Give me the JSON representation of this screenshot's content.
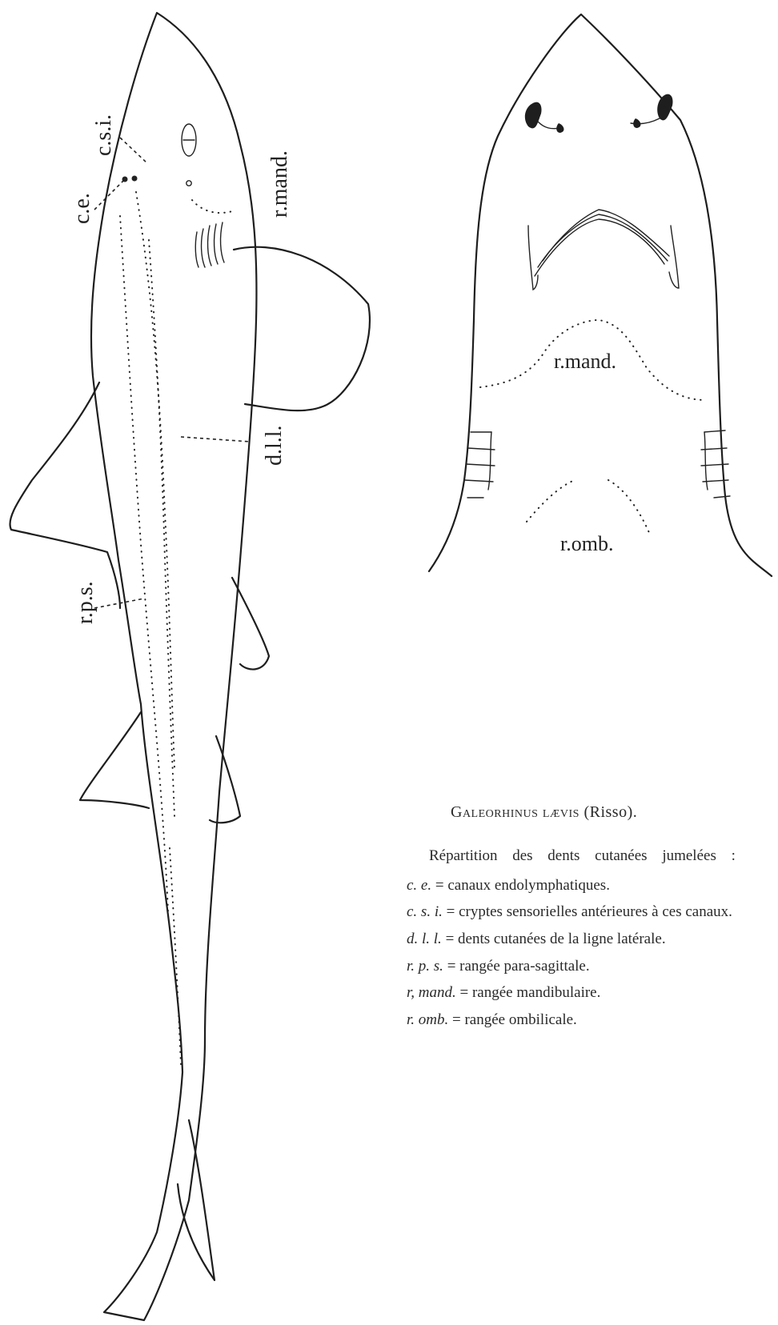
{
  "figure": {
    "labels": {
      "cei": "c.s.i.",
      "ce": "c.e.",
      "rmand_dorsal": "r.mand.",
      "dll": "d.l.l.",
      "rps": "r.p.s.",
      "rmand_ventral": "r.mand.",
      "romb": "r.omb."
    }
  },
  "caption": {
    "title_species": "Galeorhinus lævis",
    "title_author": "(Risso).",
    "intro": "Répartition des dents cutanées jumelées :",
    "legend": [
      {
        "abbr": "c. e.",
        "text": "canaux endolymphatiques."
      },
      {
        "abbr": "c. s. i.",
        "text": "cryptes sensorielles antérieures à ces canaux."
      },
      {
        "abbr": "d. l. l.",
        "text": "dents cutanées de la ligne latérale."
      },
      {
        "abbr": "r. p. s.",
        "text": "rangée para-sagittale."
      },
      {
        "abbr": "r, mand.",
        "text": "rangée mandibulaire."
      },
      {
        "abbr": "r. omb.",
        "text": "rangée ombilicale."
      }
    ]
  }
}
